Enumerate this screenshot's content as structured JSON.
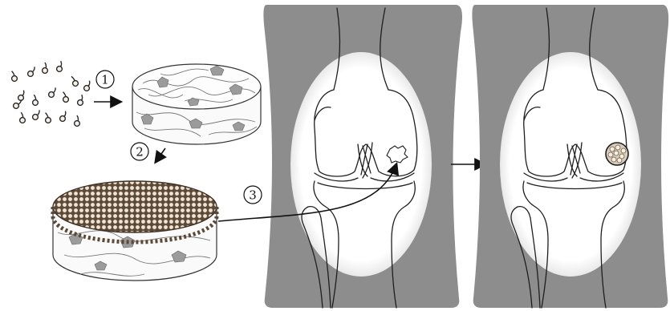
{
  "steps": [
    {
      "label": "1"
    },
    {
      "label": "2"
    },
    {
      "label": "3"
    }
  ],
  "colors": {
    "panel_gray": "#8d8d8d",
    "line": "#222222",
    "lipid_head": "#f2ece4",
    "lipid_head_stroke": "#5a4a3a",
    "bead": "#e9dfcf",
    "bead_stroke": "#6d5a45"
  },
  "icons": [
    "lipid-molecule-icon",
    "scaffold-disc-icon",
    "knee-joint-icon",
    "arrow-icon",
    "defect-icon",
    "implant-icon"
  ]
}
